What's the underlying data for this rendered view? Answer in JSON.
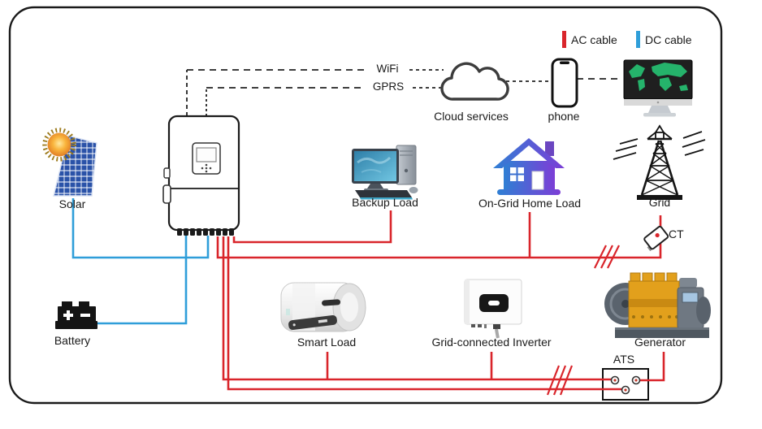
{
  "legend": {
    "ac_label": "AC cable",
    "ac_color": "#d9252b",
    "dc_label": "DC cable",
    "dc_color": "#2f9ed9"
  },
  "comm_links": {
    "wifi_label": "WiFi",
    "gprs_label": "GPRS"
  },
  "nodes": {
    "cloud_label": "Cloud services",
    "phone_label": "phone",
    "solar_label": "Solar",
    "battery_label": "Battery",
    "backup_load_label": "Backup Load",
    "ongrid_home_load_label": "On-Grid Home Load",
    "grid_label": "Grid",
    "ct_label": "CT",
    "smart_load_label": "Smart Load",
    "grid_connected_inverter_label": "Grid-connected Inverter",
    "generator_label": "Generator",
    "ats_label": "ATS"
  }
}
